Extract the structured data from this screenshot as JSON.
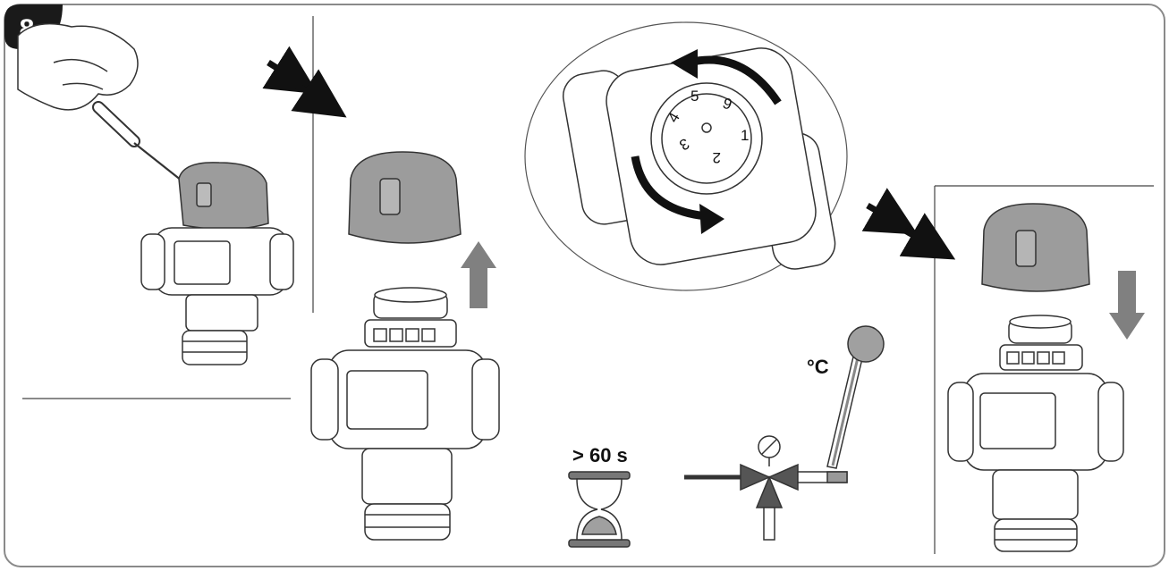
{
  "step_number": "8",
  "dial_numbers": [
    "1",
    "2",
    "3",
    "4",
    "5",
    "6"
  ],
  "wait_label": "> 60 s",
  "temperature_unit": "°C",
  "colors": {
    "frame": "#8a8a8a",
    "line": "#222222",
    "cap_grey": "#9c9c9c",
    "arrow_grey": "#808080",
    "arrow_dark": "#111111",
    "badge": "#1a1a1a"
  },
  "icons": [
    "screwdriver-icon",
    "hand-icon",
    "valve-icon",
    "cap-icon",
    "hourglass-icon",
    "thermometer-icon",
    "mixing-valve-icon",
    "rotate-arrow-icon",
    "arrow-up-icon",
    "arrow-down-icon"
  ]
}
